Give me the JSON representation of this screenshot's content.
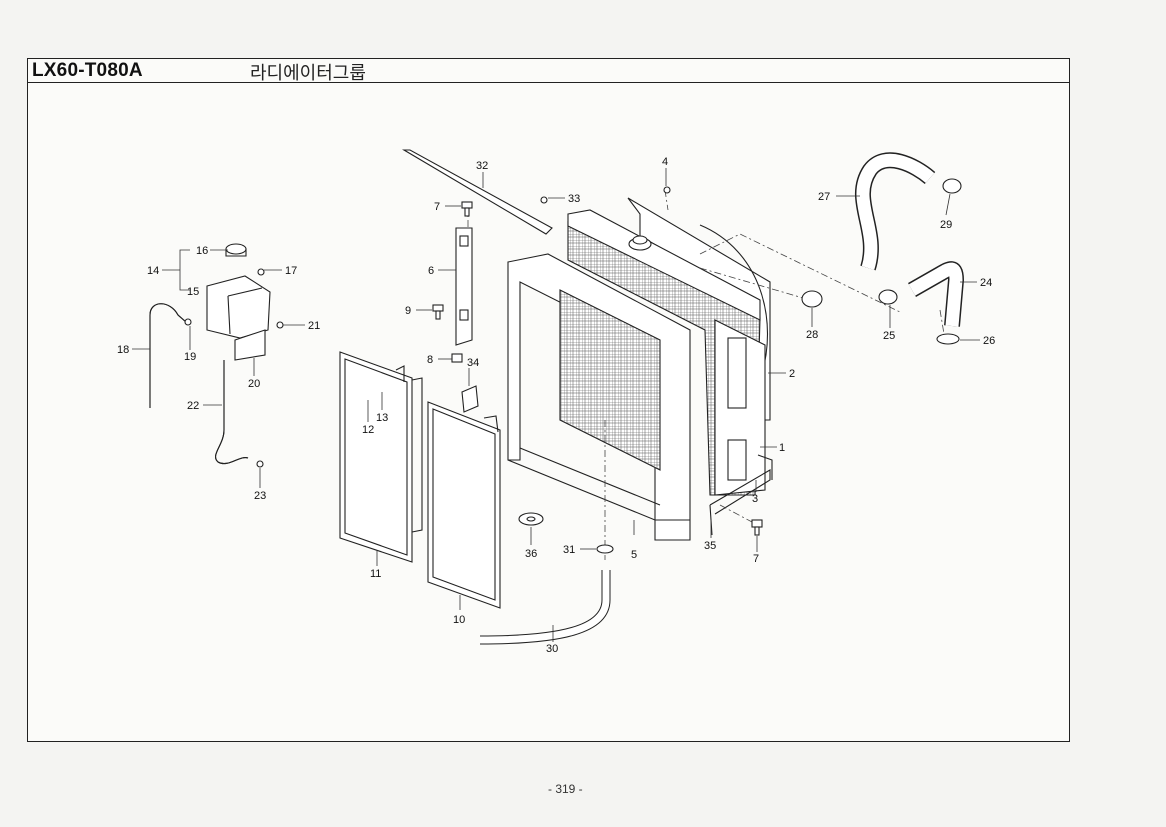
{
  "header": {
    "model_code": "LX60-T080A",
    "group_title": "라디에이터그룹"
  },
  "page_number": "- 319 -",
  "parts": [
    {
      "id": "p1",
      "label": "1"
    },
    {
      "id": "p2",
      "label": "2"
    },
    {
      "id": "p3",
      "label": "3"
    },
    {
      "id": "p4",
      "label": "4"
    },
    {
      "id": "p5",
      "label": "5"
    },
    {
      "id": "p6",
      "label": "6"
    },
    {
      "id": "p7a",
      "label": "7"
    },
    {
      "id": "p7b",
      "label": "7"
    },
    {
      "id": "p8",
      "label": "8"
    },
    {
      "id": "p9",
      "label": "9"
    },
    {
      "id": "p10",
      "label": "10"
    },
    {
      "id": "p11",
      "label": "11"
    },
    {
      "id": "p12",
      "label": "12"
    },
    {
      "id": "p13",
      "label": "13"
    },
    {
      "id": "p14",
      "label": "14"
    },
    {
      "id": "p15",
      "label": "15"
    },
    {
      "id": "p16",
      "label": "16"
    },
    {
      "id": "p17",
      "label": "17"
    },
    {
      "id": "p18",
      "label": "18"
    },
    {
      "id": "p19",
      "label": "19"
    },
    {
      "id": "p20",
      "label": "20"
    },
    {
      "id": "p21",
      "label": "21"
    },
    {
      "id": "p22",
      "label": "22"
    },
    {
      "id": "p23",
      "label": "23"
    },
    {
      "id": "p24",
      "label": "24"
    },
    {
      "id": "p25",
      "label": "25"
    },
    {
      "id": "p26",
      "label": "26"
    },
    {
      "id": "p27",
      "label": "27"
    },
    {
      "id": "p28",
      "label": "28"
    },
    {
      "id": "p29",
      "label": "29"
    },
    {
      "id": "p30",
      "label": "30"
    },
    {
      "id": "p31",
      "label": "31"
    },
    {
      "id": "p32",
      "label": "32"
    },
    {
      "id": "p33",
      "label": "33"
    },
    {
      "id": "p34",
      "label": "34"
    },
    {
      "id": "p35",
      "label": "35"
    },
    {
      "id": "p36",
      "label": "36"
    }
  ]
}
